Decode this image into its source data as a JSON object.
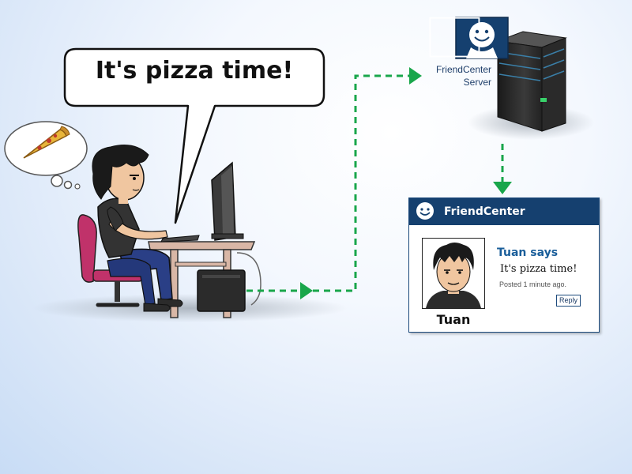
{
  "speech_bubble": {
    "text": "It's pizza time!"
  },
  "server": {
    "label_line1": "FriendCenter",
    "label_line2": "Server"
  },
  "friendcenter_card": {
    "title": "FriendCenter",
    "display_name": "Tuan",
    "post": {
      "author_line": "Tuan says",
      "message": "It's pizza time!",
      "timestamp": "Posted 1 minute ago.",
      "reply_label": "Reply"
    }
  },
  "colors": {
    "arrow": "#19a64b",
    "card_header": "#15406f",
    "author_text": "#1a5e9a",
    "chair": "#c0326a",
    "shirt": "#333333",
    "pants": "#2a3f86"
  },
  "icons": [
    "smiley-logo-icon",
    "pizza-slice-icon",
    "server-tower-icon",
    "monitor-icon"
  ]
}
